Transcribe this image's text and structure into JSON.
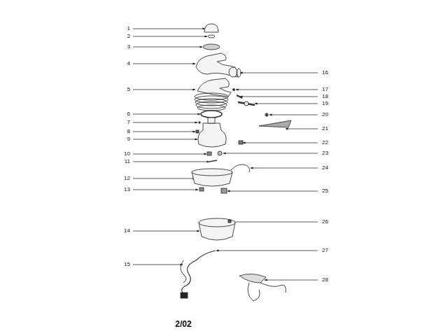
{
  "diagram": {
    "labels": [
      "1",
      "2",
      "3",
      "4",
      "16",
      "5",
      "17",
      "18",
      "19",
      "6",
      "20",
      "7",
      "21",
      "8",
      "9",
      "22",
      "23",
      "10",
      "11",
      "24",
      "12",
      "13",
      "25",
      "26",
      "14",
      "27",
      "15",
      "28",
      "2/02"
    ]
  }
}
